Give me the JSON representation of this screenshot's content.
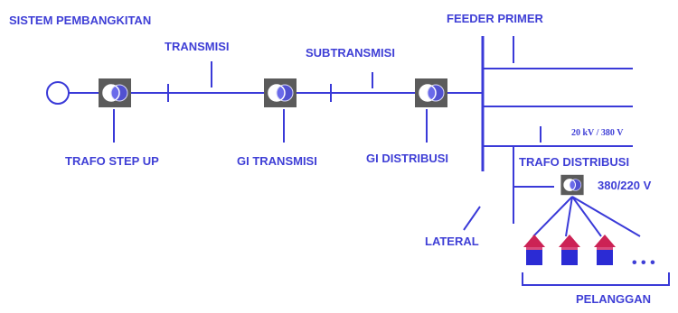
{
  "labels": {
    "generation": "SISTEM PEMBANGKITAN",
    "transmission": "TRANSMISI",
    "subtransmission": "SUBTRANSMISI",
    "primary_feeder": "FEEDER PRIMER",
    "step_up": "TRAFO STEP UP",
    "gi_transmission": "GI TRANSMISI",
    "gi_distribution": "GI DISTRIBUSI",
    "voltage_primary": "20 kV / 380 V",
    "distribution_transformer": "TRAFO DISTRIBUSI",
    "voltage_secondary": "380/220 V",
    "lateral": "LATERAL",
    "customers": "PELANGGAN",
    "ellipsis": "• • •"
  },
  "colors": {
    "line": "#3a3ad8",
    "text": "#3f3fd6",
    "transformer_box": "#5b5b5b",
    "house_body": "#2b2bd4",
    "house_roof": "#cc2255"
  },
  "icons": [
    "generator-icon",
    "transformer-icon",
    "house-icon"
  ]
}
